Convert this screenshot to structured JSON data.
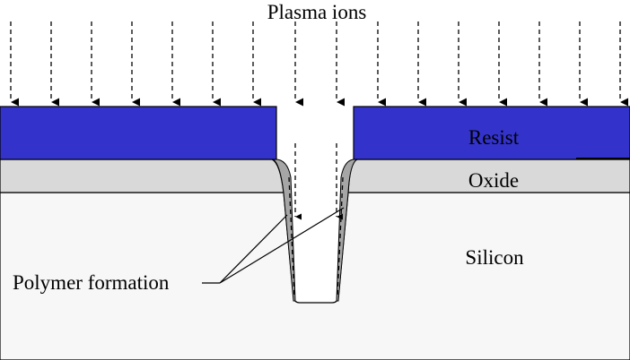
{
  "labels": {
    "plasma_ions": "Plasma ions",
    "resist": "Resist",
    "oxide": "Oxide",
    "silicon": "Silicon",
    "polymer_formation": "Polymer formation"
  },
  "colors": {
    "resist": "#3333cc",
    "oxide": "#d9d9d9",
    "silicon": "#f7f7f7",
    "polymer": "#a6a6a6",
    "outline": "#000000"
  }
}
